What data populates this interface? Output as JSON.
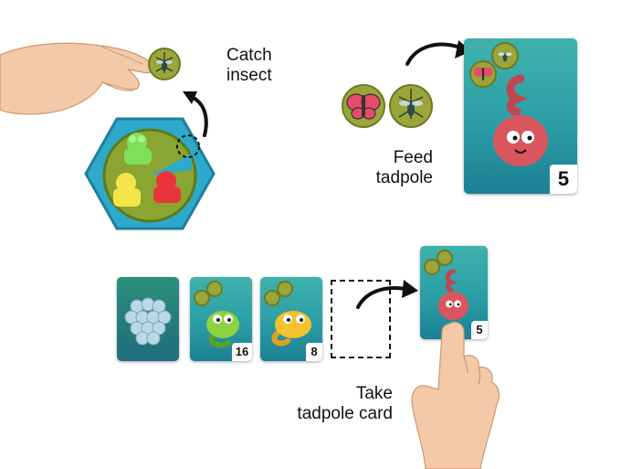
{
  "steps": {
    "catch": {
      "line1": "Catch",
      "line2": "insect"
    },
    "feed": {
      "line1": "Feed",
      "line2": "tadpole"
    },
    "take": {
      "line1": "Take",
      "line2": "tadpole card"
    }
  },
  "cards": {
    "feed_card_number": "5",
    "row": [
      {
        "kind": "egg-cluster",
        "number": ""
      },
      {
        "kind": "green-tadpole",
        "number": "16"
      },
      {
        "kind": "yellow-tadpole",
        "number": "8"
      }
    ],
    "taken_card_number": "5"
  },
  "colors": {
    "card_teal": "#2a9ea5",
    "token_green": "#9aa63a",
    "tile_blue": "#2fa9c9",
    "lily_green": "#8aa531",
    "frog_green": "#7ee05a",
    "frog_yellow": "#f5e54a",
    "frog_red": "#e8343a",
    "tadpole_red": "#d9565e"
  },
  "icons": [
    "butterfly-icon",
    "mosquito-icon",
    "arrow-icon"
  ]
}
